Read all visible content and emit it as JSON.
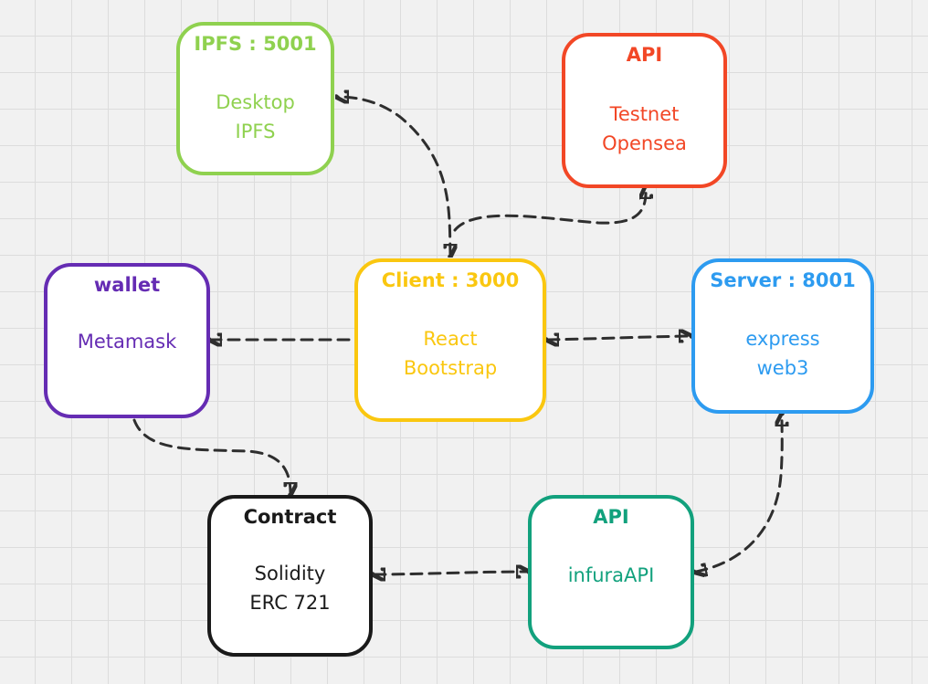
{
  "nodes": {
    "ipfs": {
      "title": "IPFS : 5001",
      "lines": [
        "Desktop",
        "IPFS"
      ],
      "color": "#8fd14f"
    },
    "api_opensea": {
      "title": "API",
      "lines": [
        "Testnet",
        "Opensea"
      ],
      "color": "#f24726"
    },
    "wallet": {
      "title": "wallet",
      "lines": [
        "Metamask"
      ],
      "color": "#652cb3"
    },
    "client": {
      "title": "Client : 3000",
      "lines": [
        "React",
        "Bootstrap"
      ],
      "color": "#fac710"
    },
    "server": {
      "title": "Server : 8001",
      "lines": [
        "express",
        "web3"
      ],
      "color": "#2d9bf0"
    },
    "contract": {
      "title": "Contract",
      "lines": [
        "Solidity",
        "ERC 721"
      ],
      "color": "#1a1a1a"
    },
    "api_infura": {
      "title": "API",
      "lines": [
        "infuraAPI"
      ],
      "color": "#12a17d"
    }
  },
  "connectors": [
    {
      "from": "client",
      "to": "ipfs",
      "arrow": "both"
    },
    {
      "from": "client",
      "to": "api_opensea",
      "arrow": "end"
    },
    {
      "from": "client",
      "to": "wallet",
      "arrow": "end"
    },
    {
      "from": "client",
      "to": "server",
      "arrow": "both"
    },
    {
      "from": "wallet",
      "to": "contract",
      "arrow": "end"
    },
    {
      "from": "contract",
      "to": "api_infura",
      "arrow": "both"
    },
    {
      "from": "api_infura",
      "to": "server",
      "arrow": "both"
    }
  ],
  "edge_color": "#2e2e2e"
}
